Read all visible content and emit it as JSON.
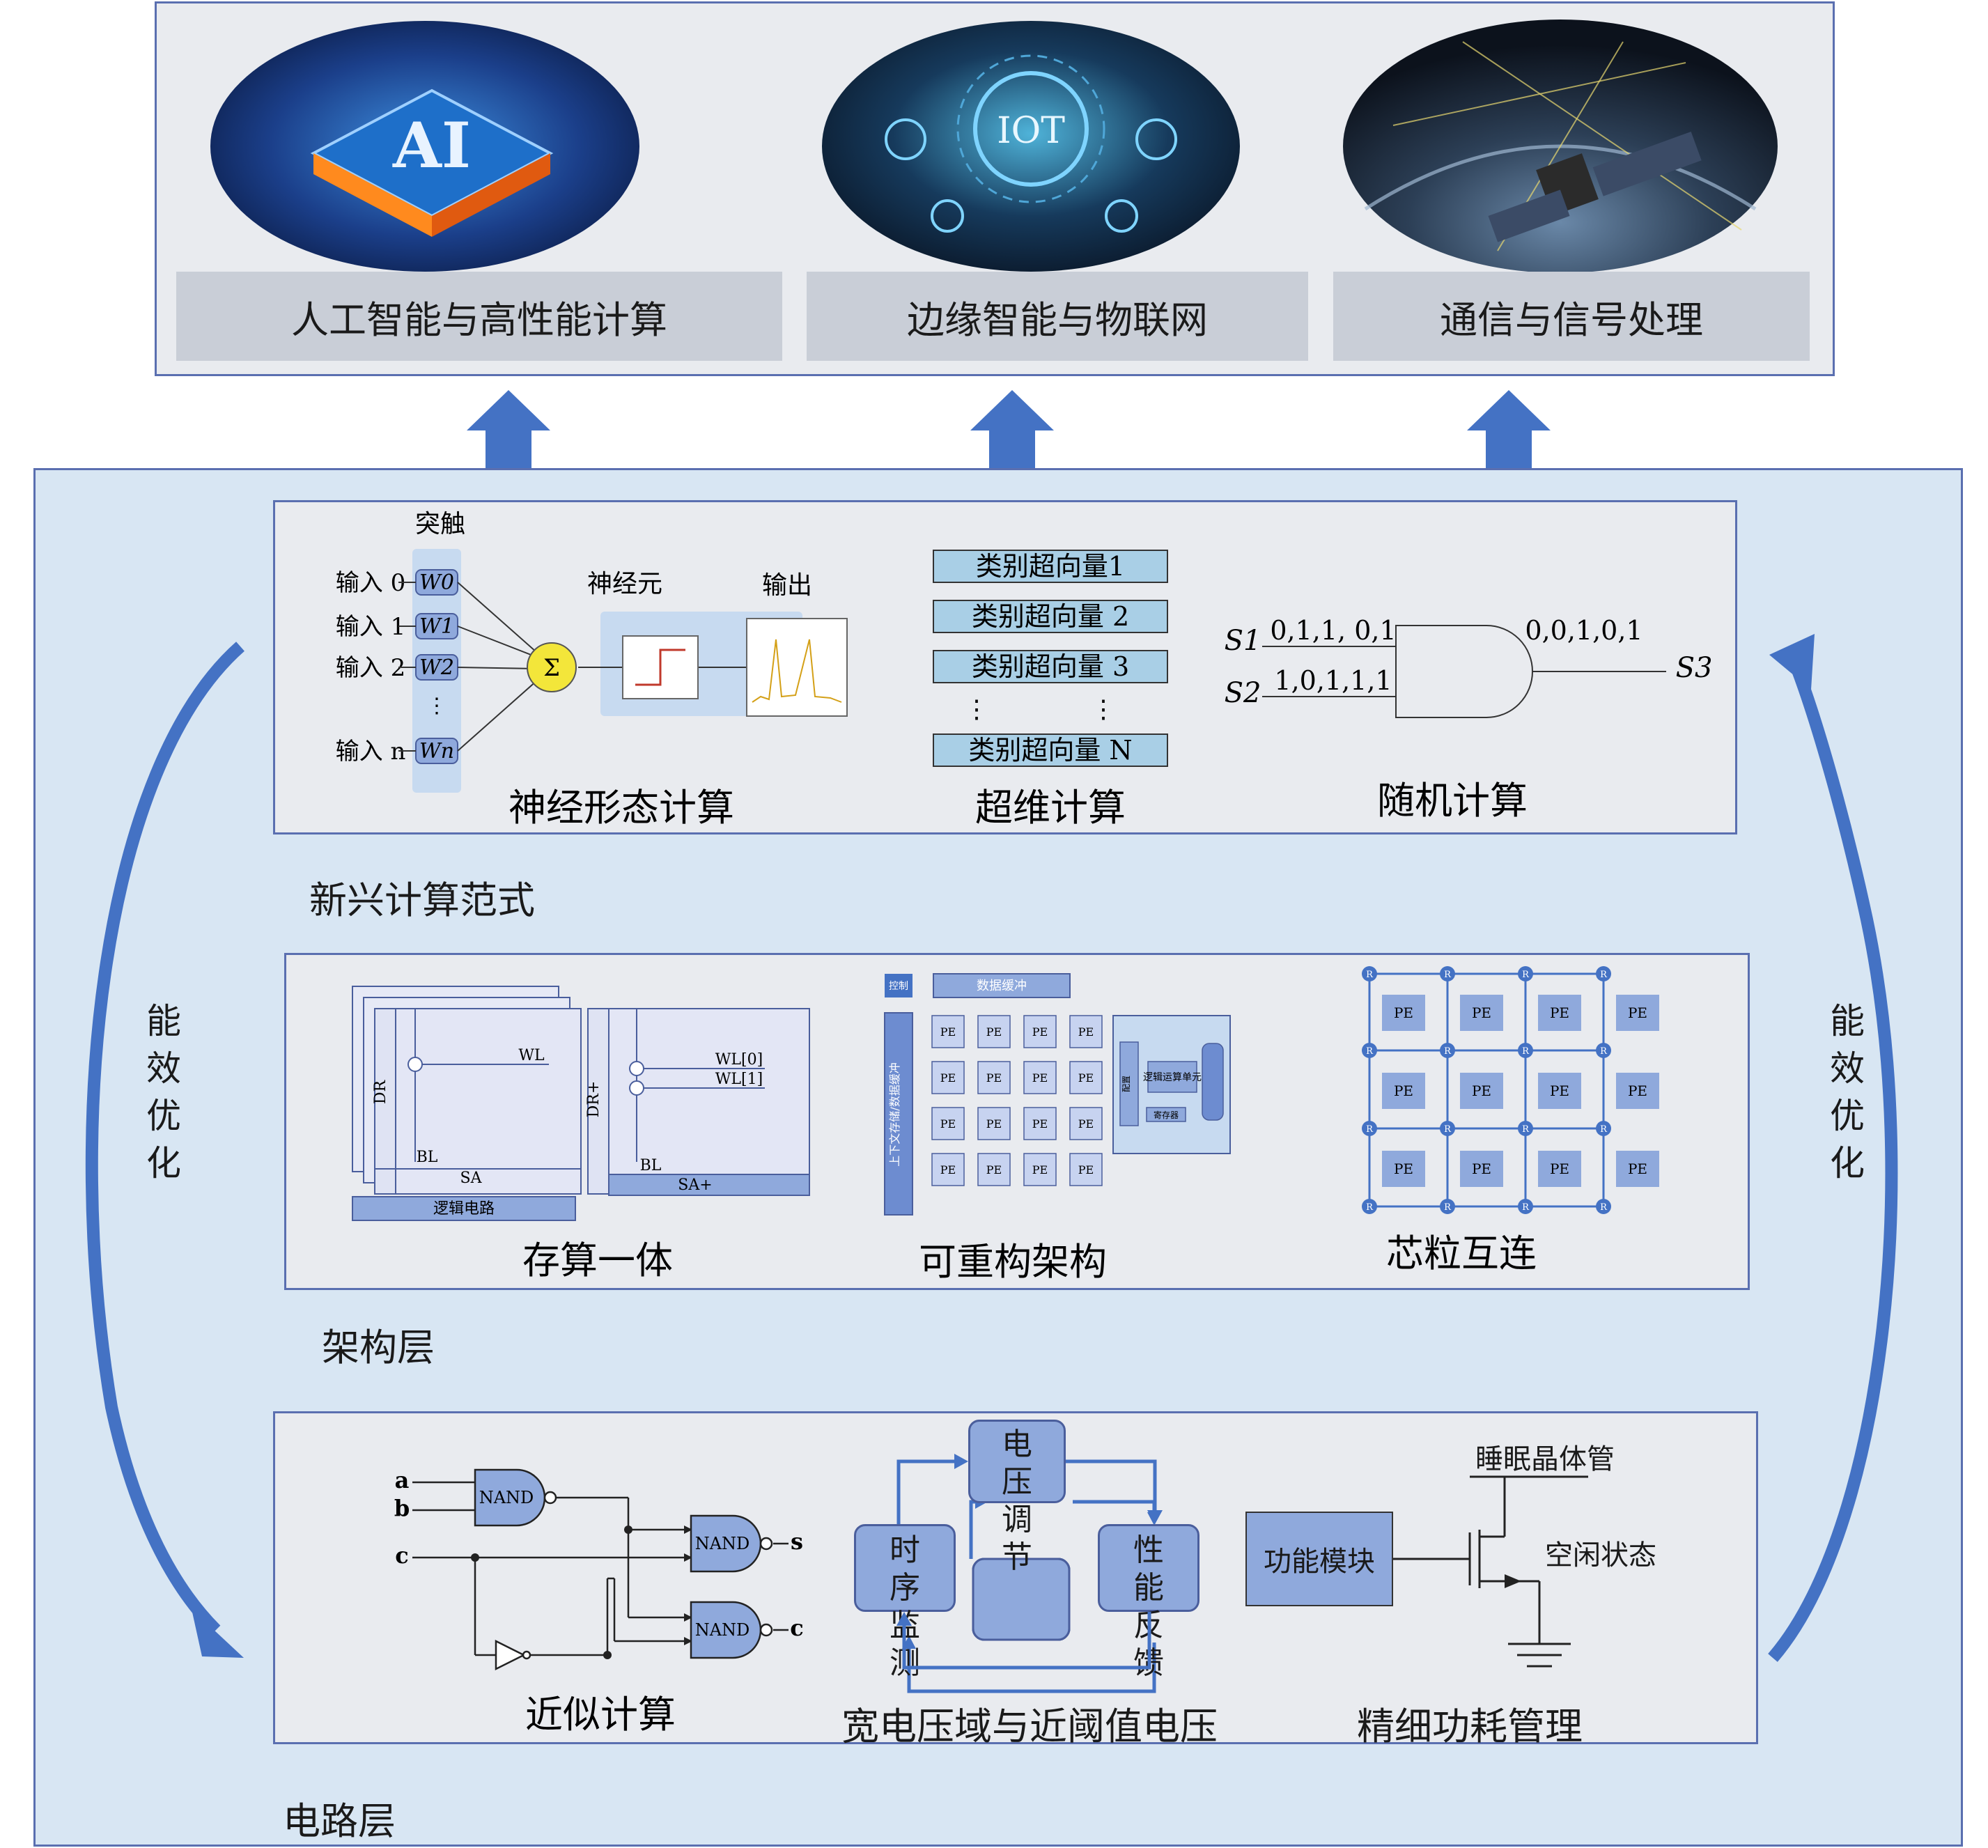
{
  "applications": {
    "items": [
      {
        "label": "人工智能与高性能计算",
        "image_text": "AI"
      },
      {
        "label": "边缘智能与物联网",
        "image_text": "IOT"
      },
      {
        "label": "通信与信号处理"
      }
    ]
  },
  "side_labels": {
    "left": "能效优化",
    "right": "能效优化"
  },
  "paradigms": {
    "layer_title": "新兴计算范式",
    "neuromorphic": {
      "title": "神经形态计算",
      "synapse": "突触",
      "neuron": "神经元",
      "output": "输出",
      "inputs": [
        "输入 0",
        "输入 1",
        "输入 2",
        "输入 n"
      ],
      "weights": [
        "W0",
        "W1",
        "W2",
        "Wn"
      ],
      "sum_symbol": "Σ",
      "dots": "⋮"
    },
    "hyperdimensional": {
      "title": "超维计算",
      "vectors": [
        "类别超向量1",
        "类别超向量 2",
        "类别超向量 3",
        "类别超向量 N"
      ],
      "dots": "⋮"
    },
    "stochastic": {
      "title": "随机计算",
      "s1": "S1",
      "s1_bits": "0,1,1, 0,1",
      "s2": "S2",
      "s2_bits": "1,0,1,1,1",
      "s3": "S3",
      "s3_bits": "0,0,1,0,1"
    }
  },
  "architecture": {
    "layer_title": "架构层",
    "cim": {
      "title": "存算一体",
      "left": {
        "wl": "WL",
        "bl": "BL",
        "sa": "SA",
        "dr": "DR",
        "logic": "逻辑电路"
      },
      "right": {
        "wl0": "WL[0]",
        "wl1": "WL[1]",
        "bl": "BL",
        "sa": "SA+",
        "dr": "DR+"
      }
    },
    "reconfig": {
      "title": "可重构架构",
      "ctrl": "控制",
      "buffer": "数据缓冲",
      "ctx": "上下文存储/数据缓冲",
      "pe": "PE",
      "alu": "逻辑运算单元",
      "reg": "寄存器",
      "cfg": "配置"
    },
    "chiplet": {
      "title": "芯粒互连",
      "pe": "PE",
      "router": "R"
    }
  },
  "circuit": {
    "layer_title": "电路层",
    "approx": {
      "title": "近似计算",
      "gate": "NAND",
      "a": "a",
      "b": "b",
      "c": "c",
      "s": "s",
      "cout": "c"
    },
    "voltage": {
      "title": "宽电压域与近阈值电压",
      "adjust": "电压调节",
      "timing": "时序监测",
      "feedback": "性能反馈"
    },
    "power": {
      "title": "精细功耗管理",
      "module": "功能模块",
      "sleep": "睡眠晶体管",
      "idle": "空闲状态"
    }
  },
  "colors": {
    "panel_bg": "#d8e6f3",
    "box_bg": "#e9ebef",
    "accent": "#4472c4",
    "block": "#94a8d9"
  }
}
